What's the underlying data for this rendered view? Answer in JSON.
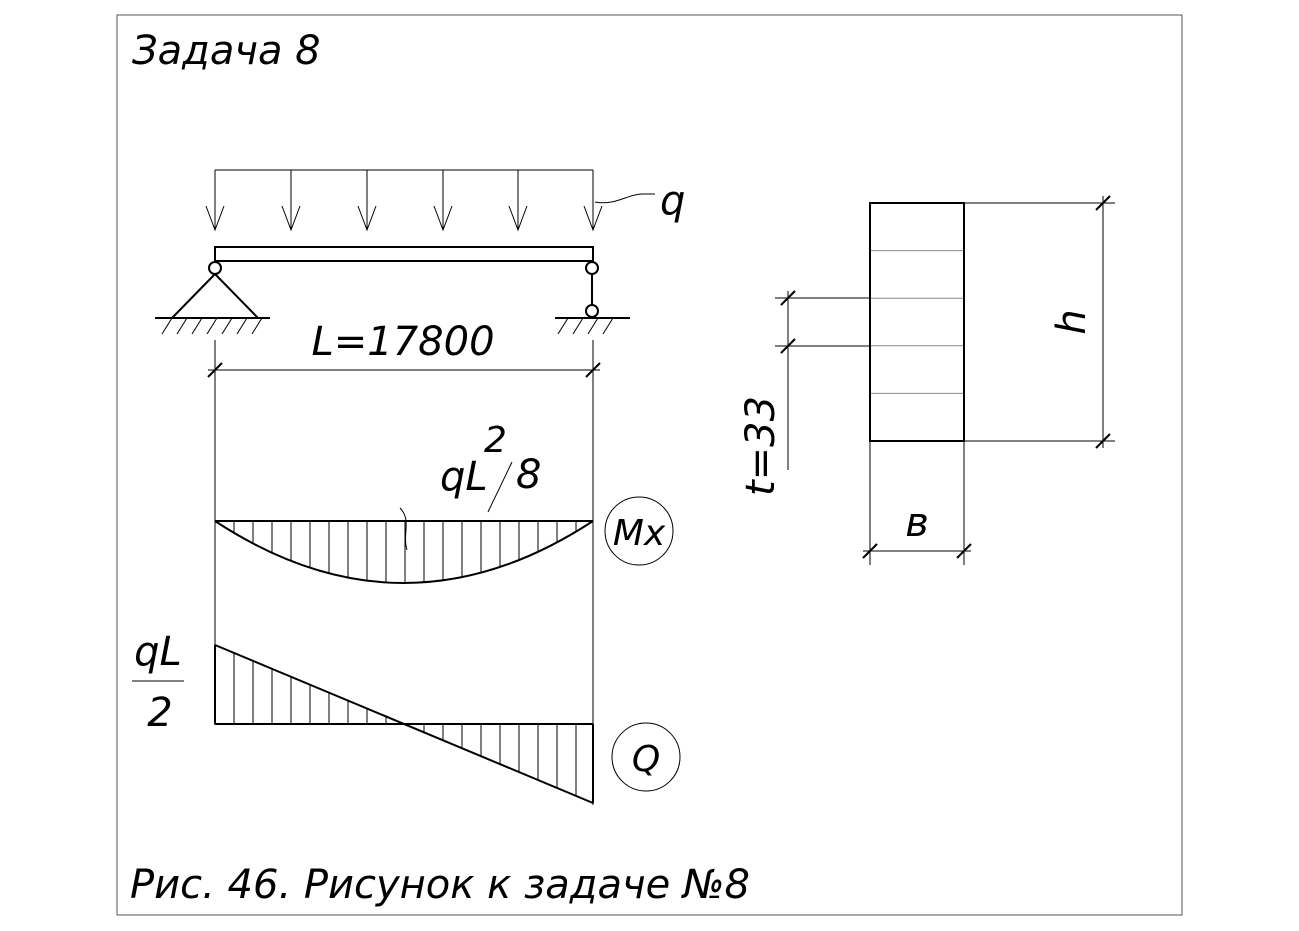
{
  "task_title": "Задача 8",
  "load_label": "q",
  "span_label": "L=17800",
  "moment_formula": {
    "numerator": "qL",
    "exponent": "2",
    "denominator": "8"
  },
  "moment_diagram_label": "Mx",
  "shear_formula": {
    "numerator": "qL",
    "denominator": "2"
  },
  "shear_diagram_label": "Q",
  "section": {
    "height_label": "h",
    "width_label": "в",
    "layer_label": "t=33",
    "layer_count": 5
  },
  "caption": "Рис. 46. Рисунок к задаче №8",
  "colors": {
    "ink": "#000000",
    "thin": "#555555",
    "paper": "#ffffff"
  }
}
